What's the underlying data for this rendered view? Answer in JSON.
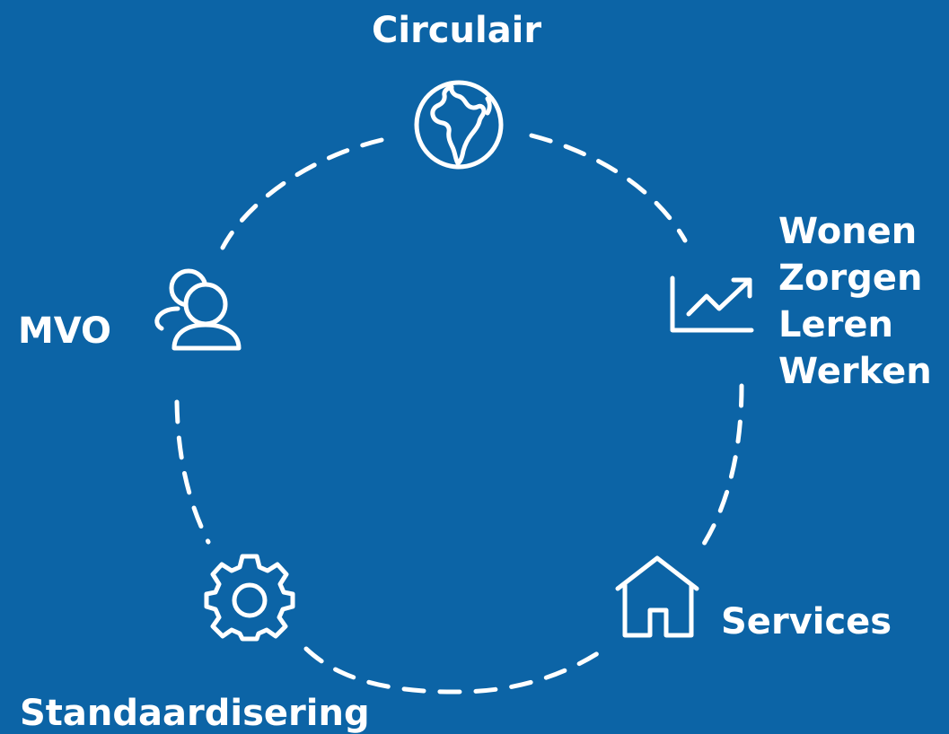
{
  "diagram": {
    "top_label": "Circulair",
    "left_label": "MVO",
    "right_lines": [
      "Wonen",
      "Zorgen",
      "Leren",
      "Werken"
    ],
    "bottom_right_label": "Services",
    "bottom_left_label": "Standaardisering"
  },
  "icons": {
    "top": "globe-icon",
    "left": "users-icon",
    "right": "chart-icon",
    "bottom_left": "gear-icon",
    "bottom_right": "house-icon"
  },
  "colors": {
    "background": "#0c64a6",
    "foreground": "#ffffff"
  }
}
